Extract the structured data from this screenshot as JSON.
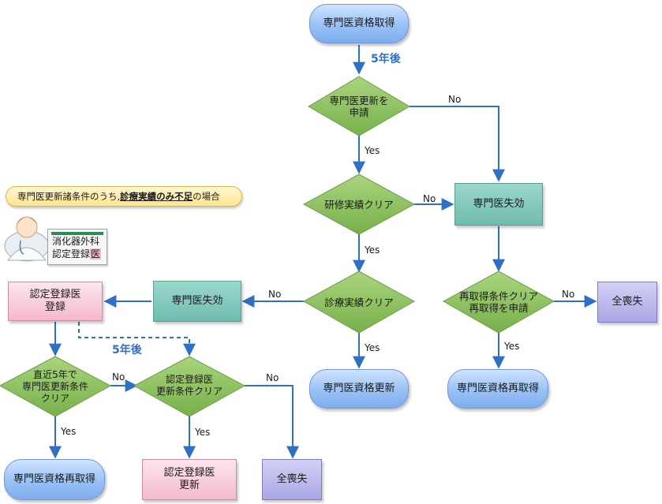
{
  "nodes": {
    "start": "専門医資格取得",
    "apply_renewal": [
      "専門医更新を",
      "申請"
    ],
    "training_clear": "研修実績クリア",
    "lapse_right": "専門医失効",
    "clinical_clear": "診療実績クリア",
    "renew": "専門医資格更新",
    "reacquire_apply": [
      "再取得条件クリア",
      "再取得を申請"
    ],
    "lose_all_right": "全喪失",
    "reacquire_right": "専門医資格再取得",
    "lapse_left": "専門医失効",
    "cert_register": [
      "認定登録医",
      "登録"
    ],
    "recent5": [
      "直近5年で",
      "専門医更新条件",
      "クリア"
    ],
    "cert_renew_clear": [
      "認定登録医",
      "更新条件クリア"
    ],
    "reacquire_left": "専門医資格再取得",
    "cert_renew": [
      "認定登録医",
      "更新"
    ],
    "lose_all_bottom": "全喪失"
  },
  "labels": {
    "five_years_top": "5年後",
    "five_years_left": "5年後",
    "no1": "No",
    "yes1": "Yes",
    "no2": "No",
    "yes2": "Yes",
    "no3": "No",
    "yes3": "Yes",
    "no4": "No",
    "yes4": "Yes",
    "no5": "No",
    "no6": "No",
    "yes5": "Yes",
    "yes6": "Yes"
  },
  "callout": {
    "pre": "専門医更新諸条件のうち,",
    "emph": "診療実績のみ不足",
    "post": "の場合"
  },
  "badge": {
    "line1": "消化器外科",
    "line2_main": "認定登録",
    "line2_mark": "医"
  },
  "colors": {
    "arrow": "#2f6fc4",
    "diamond_fill": "#8dc262",
    "diamond_stroke": "#6d9f49"
  }
}
